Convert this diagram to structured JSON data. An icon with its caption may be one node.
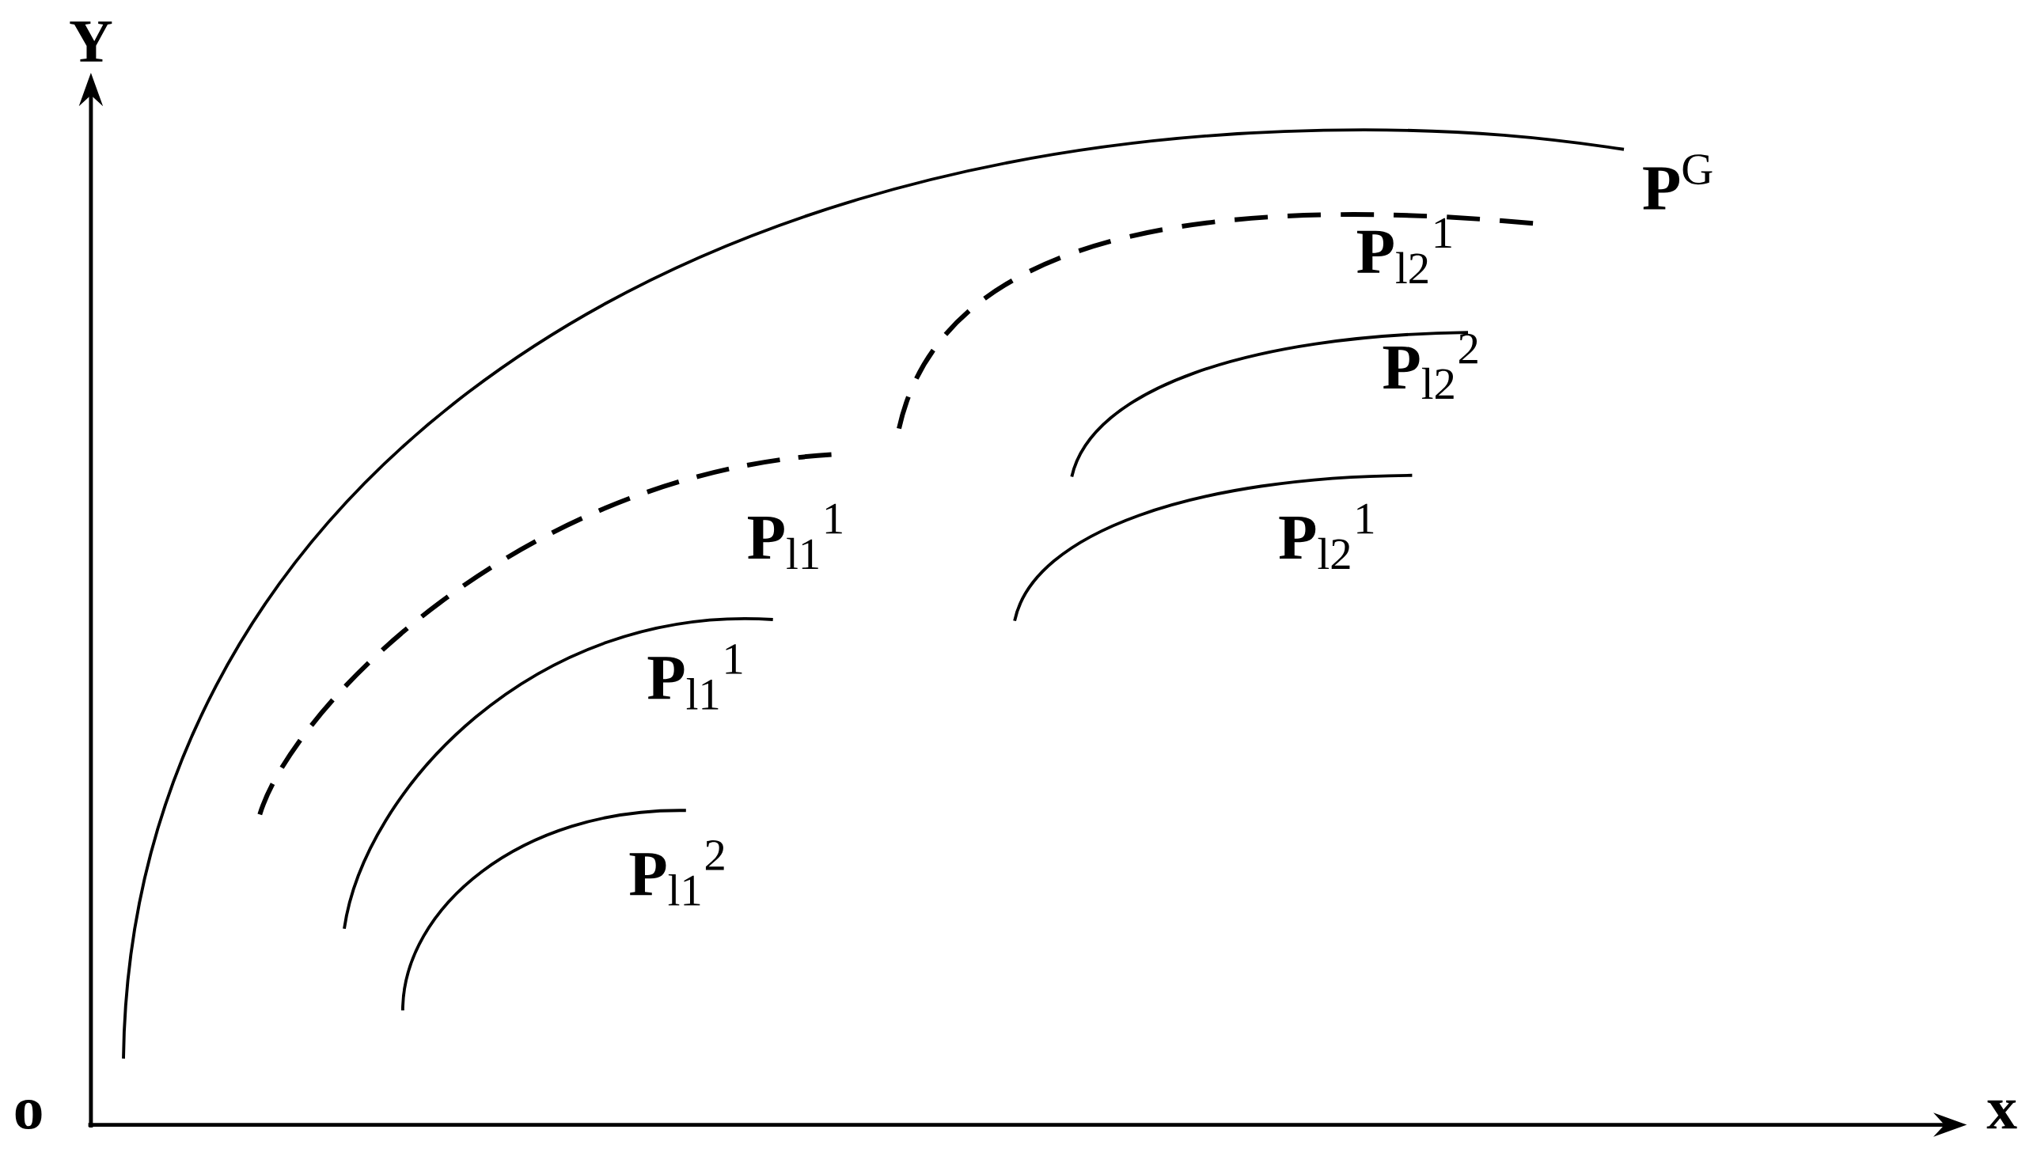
{
  "diagram": {
    "labels": [
      "Y",
      "**P**$^{G}$",
      "**P**$_{l2}$$^{1}$",
      "**P**$_{l2}$$^{2}$",
      "**P**$_{l1}$$^{1}$",
      "**P**$_{l2}$$^{1}$",
      "**P**$_{l1}$$^{1}$",
      "**P**$_{l1}$$^{2}$",
      "o",
      "x"
    ]
  }
}
